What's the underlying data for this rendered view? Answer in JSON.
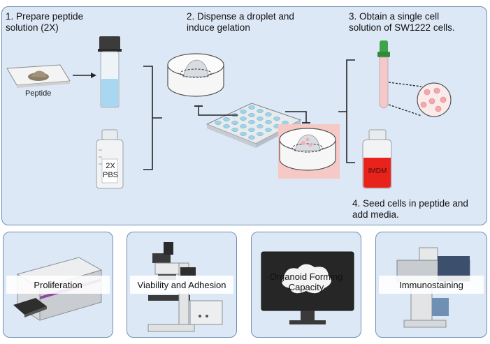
{
  "steps": {
    "step1": "1.  Prepare peptide\nsolution (2X)",
    "step2": "2. Dispense a droplet and\ninduce gelation",
    "step3": "3. Obtain a single cell\nsolution of SW1222 cells.",
    "step4": "4. Seed cells in peptide and\nadd media."
  },
  "labels": {
    "peptide": "Peptide",
    "pbs_line1": "2X",
    "pbs_line2": "PBS",
    "media": "IMDM"
  },
  "assays": [
    {
      "label": "Proliferation"
    },
    {
      "label": "Viability and Adhesion"
    },
    {
      "label": "Organoid Forming\nCapacity"
    },
    {
      "label": "Immunostaining"
    }
  ],
  "colors": {
    "panel_bg": "#dde8f6",
    "panel_border": "#6f8fb3",
    "media_red": "#e8231b",
    "cap_green": "#3ea34a"
  }
}
